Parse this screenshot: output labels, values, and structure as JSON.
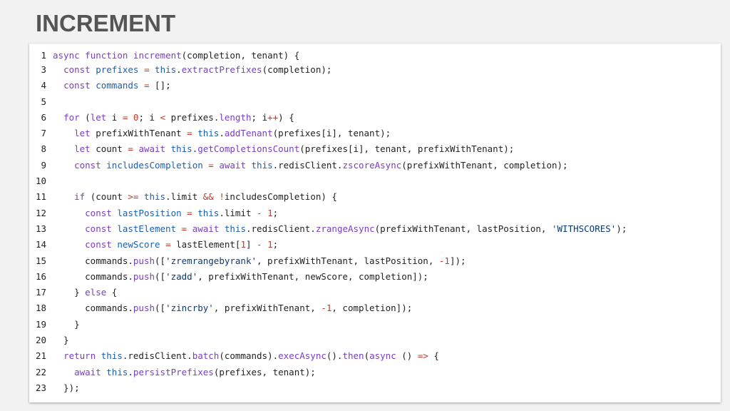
{
  "slide": {
    "title": "INCREMENT"
  },
  "code": {
    "lines": [
      {
        "num": "1",
        "tokens": [
          [
            "kw",
            "async"
          ],
          [
            "p",
            " "
          ],
          [
            "kw",
            "function"
          ],
          [
            "p",
            " "
          ],
          [
            "fn",
            "increment"
          ],
          [
            "p",
            "(completion, tenant) {"
          ]
        ]
      },
      {
        "num": "3",
        "tokens": [
          [
            "p",
            "  "
          ],
          [
            "kw",
            "const"
          ],
          [
            "p",
            " "
          ],
          [
            "vr",
            "prefixes"
          ],
          [
            "p",
            " "
          ],
          [
            "op",
            "="
          ],
          [
            "p",
            " "
          ],
          [
            "this",
            "this"
          ],
          [
            "p",
            "."
          ],
          [
            "fn",
            "extractPrefixes"
          ],
          [
            "p",
            "(completion);"
          ]
        ]
      },
      {
        "num": "4",
        "tokens": [
          [
            "p",
            "  "
          ],
          [
            "kw",
            "const"
          ],
          [
            "p",
            " "
          ],
          [
            "vr",
            "commands"
          ],
          [
            "p",
            " "
          ],
          [
            "op",
            "="
          ],
          [
            "p",
            " [];"
          ]
        ]
      },
      {
        "num": "5",
        "tokens": []
      },
      {
        "num": "6",
        "tokens": [
          [
            "p",
            "  "
          ],
          [
            "kw",
            "for"
          ],
          [
            "p",
            " ("
          ],
          [
            "kw",
            "let"
          ],
          [
            "p",
            " i "
          ],
          [
            "op",
            "="
          ],
          [
            "p",
            " "
          ],
          [
            "num",
            "0"
          ],
          [
            "p",
            "; i "
          ],
          [
            "op",
            "<"
          ],
          [
            "p",
            " prefixes."
          ],
          [
            "fn",
            "length"
          ],
          [
            "p",
            "; i"
          ],
          [
            "op",
            "++"
          ],
          [
            "p",
            ") {"
          ]
        ]
      },
      {
        "num": "7",
        "tokens": [
          [
            "p",
            "    "
          ],
          [
            "kw",
            "let"
          ],
          [
            "p",
            " prefixWithTenant "
          ],
          [
            "op",
            "="
          ],
          [
            "p",
            " "
          ],
          [
            "this",
            "this"
          ],
          [
            "p",
            "."
          ],
          [
            "fn",
            "addTenant"
          ],
          [
            "p",
            "(prefixes[i], tenant);"
          ]
        ]
      },
      {
        "num": "8",
        "tokens": [
          [
            "p",
            "    "
          ],
          [
            "kw",
            "let"
          ],
          [
            "p",
            " count "
          ],
          [
            "op",
            "="
          ],
          [
            "p",
            " "
          ],
          [
            "kw",
            "await"
          ],
          [
            "p",
            " "
          ],
          [
            "this",
            "this"
          ],
          [
            "p",
            "."
          ],
          [
            "fn",
            "getCompletionsCount"
          ],
          [
            "p",
            "(prefixes[i], tenant, prefixWithTenant);"
          ]
        ]
      },
      {
        "num": "9",
        "tokens": [
          [
            "p",
            "    "
          ],
          [
            "kw",
            "const"
          ],
          [
            "p",
            " "
          ],
          [
            "vr",
            "includesCompletion"
          ],
          [
            "p",
            " "
          ],
          [
            "op",
            "="
          ],
          [
            "p",
            " "
          ],
          [
            "kw",
            "await"
          ],
          [
            "p",
            " "
          ],
          [
            "this",
            "this"
          ],
          [
            "p",
            ".redisClient."
          ],
          [
            "fn",
            "zscoreAsync"
          ],
          [
            "p",
            "(prefixWithTenant, completion);"
          ]
        ]
      },
      {
        "num": "10",
        "tokens": []
      },
      {
        "num": "11",
        "tokens": [
          [
            "p",
            "    "
          ],
          [
            "kw",
            "if"
          ],
          [
            "p",
            " (count "
          ],
          [
            "op",
            ">="
          ],
          [
            "p",
            " "
          ],
          [
            "this",
            "this"
          ],
          [
            "p",
            ".limit "
          ],
          [
            "op",
            "&&"
          ],
          [
            "p",
            " "
          ],
          [
            "op",
            "!"
          ],
          [
            "p",
            "includesCompletion) {"
          ]
        ]
      },
      {
        "num": "12",
        "tokens": [
          [
            "p",
            "      "
          ],
          [
            "kw",
            "const"
          ],
          [
            "p",
            " "
          ],
          [
            "vr",
            "lastPosition"
          ],
          [
            "p",
            " "
          ],
          [
            "op",
            "="
          ],
          [
            "p",
            " "
          ],
          [
            "this",
            "this"
          ],
          [
            "p",
            ".limit "
          ],
          [
            "op",
            "-"
          ],
          [
            "p",
            " "
          ],
          [
            "num",
            "1"
          ],
          [
            "p",
            ";"
          ]
        ]
      },
      {
        "num": "13",
        "tokens": [
          [
            "p",
            "      "
          ],
          [
            "kw",
            "const"
          ],
          [
            "p",
            " "
          ],
          [
            "vr",
            "lastElement"
          ],
          [
            "p",
            " "
          ],
          [
            "op",
            "="
          ],
          [
            "p",
            " "
          ],
          [
            "kw",
            "await"
          ],
          [
            "p",
            " "
          ],
          [
            "this",
            "this"
          ],
          [
            "p",
            ".redisClient."
          ],
          [
            "fn",
            "zrangeAsync"
          ],
          [
            "p",
            "(prefixWithTenant, lastPosition, "
          ],
          [
            "str",
            "'WITHSCORES'"
          ],
          [
            "p",
            ");"
          ]
        ]
      },
      {
        "num": "14",
        "tokens": [
          [
            "p",
            "      "
          ],
          [
            "kw",
            "const"
          ],
          [
            "p",
            " "
          ],
          [
            "vr",
            "newScore"
          ],
          [
            "p",
            " "
          ],
          [
            "op",
            "="
          ],
          [
            "p",
            " lastElement["
          ],
          [
            "num",
            "1"
          ],
          [
            "p",
            "] "
          ],
          [
            "op",
            "-"
          ],
          [
            "p",
            " "
          ],
          [
            "num",
            "1"
          ],
          [
            "p",
            ";"
          ]
        ]
      },
      {
        "num": "15",
        "tokens": [
          [
            "p",
            "      commands."
          ],
          [
            "fn",
            "push"
          ],
          [
            "p",
            "(["
          ],
          [
            "str",
            "'zremrangebyrank'"
          ],
          [
            "p",
            ", prefixWithTenant, lastPosition, "
          ],
          [
            "num",
            "-1"
          ],
          [
            "p",
            "]);"
          ]
        ]
      },
      {
        "num": "16",
        "tokens": [
          [
            "p",
            "      commands."
          ],
          [
            "fn",
            "push"
          ],
          [
            "p",
            "(["
          ],
          [
            "str",
            "'zadd'"
          ],
          [
            "p",
            ", prefixWithTenant, newScore, completion]);"
          ]
        ]
      },
      {
        "num": "17",
        "tokens": [
          [
            "p",
            "    } "
          ],
          [
            "kw",
            "else"
          ],
          [
            "p",
            " {"
          ]
        ]
      },
      {
        "num": "18",
        "tokens": [
          [
            "p",
            "      commands."
          ],
          [
            "fn",
            "push"
          ],
          [
            "p",
            "(["
          ],
          [
            "str",
            "'zincrby'"
          ],
          [
            "p",
            ", prefixWithTenant, "
          ],
          [
            "num",
            "-1"
          ],
          [
            "p",
            ", completion]);"
          ]
        ]
      },
      {
        "num": "19",
        "tokens": [
          [
            "p",
            "    }"
          ]
        ]
      },
      {
        "num": "20",
        "tokens": [
          [
            "p",
            "  }"
          ]
        ]
      },
      {
        "num": "21",
        "tokens": [
          [
            "p",
            "  "
          ],
          [
            "kw",
            "return"
          ],
          [
            "p",
            " "
          ],
          [
            "this",
            "this"
          ],
          [
            "p",
            ".redisClient."
          ],
          [
            "fn",
            "batch"
          ],
          [
            "p",
            "(commands)."
          ],
          [
            "fn",
            "execAsync"
          ],
          [
            "p",
            "()."
          ],
          [
            "fn",
            "then"
          ],
          [
            "p",
            "("
          ],
          [
            "kw",
            "async"
          ],
          [
            "p",
            " () "
          ],
          [
            "op",
            "=>"
          ],
          [
            "p",
            " {"
          ]
        ]
      },
      {
        "num": "22",
        "tokens": [
          [
            "p",
            "    "
          ],
          [
            "kw",
            "await"
          ],
          [
            "p",
            " "
          ],
          [
            "this",
            "this"
          ],
          [
            "p",
            "."
          ],
          [
            "fn",
            "persistPrefixes"
          ],
          [
            "p",
            "(prefixes, tenant);"
          ]
        ]
      },
      {
        "num": "23",
        "tokens": [
          [
            "p",
            "  });"
          ]
        ]
      }
    ]
  }
}
